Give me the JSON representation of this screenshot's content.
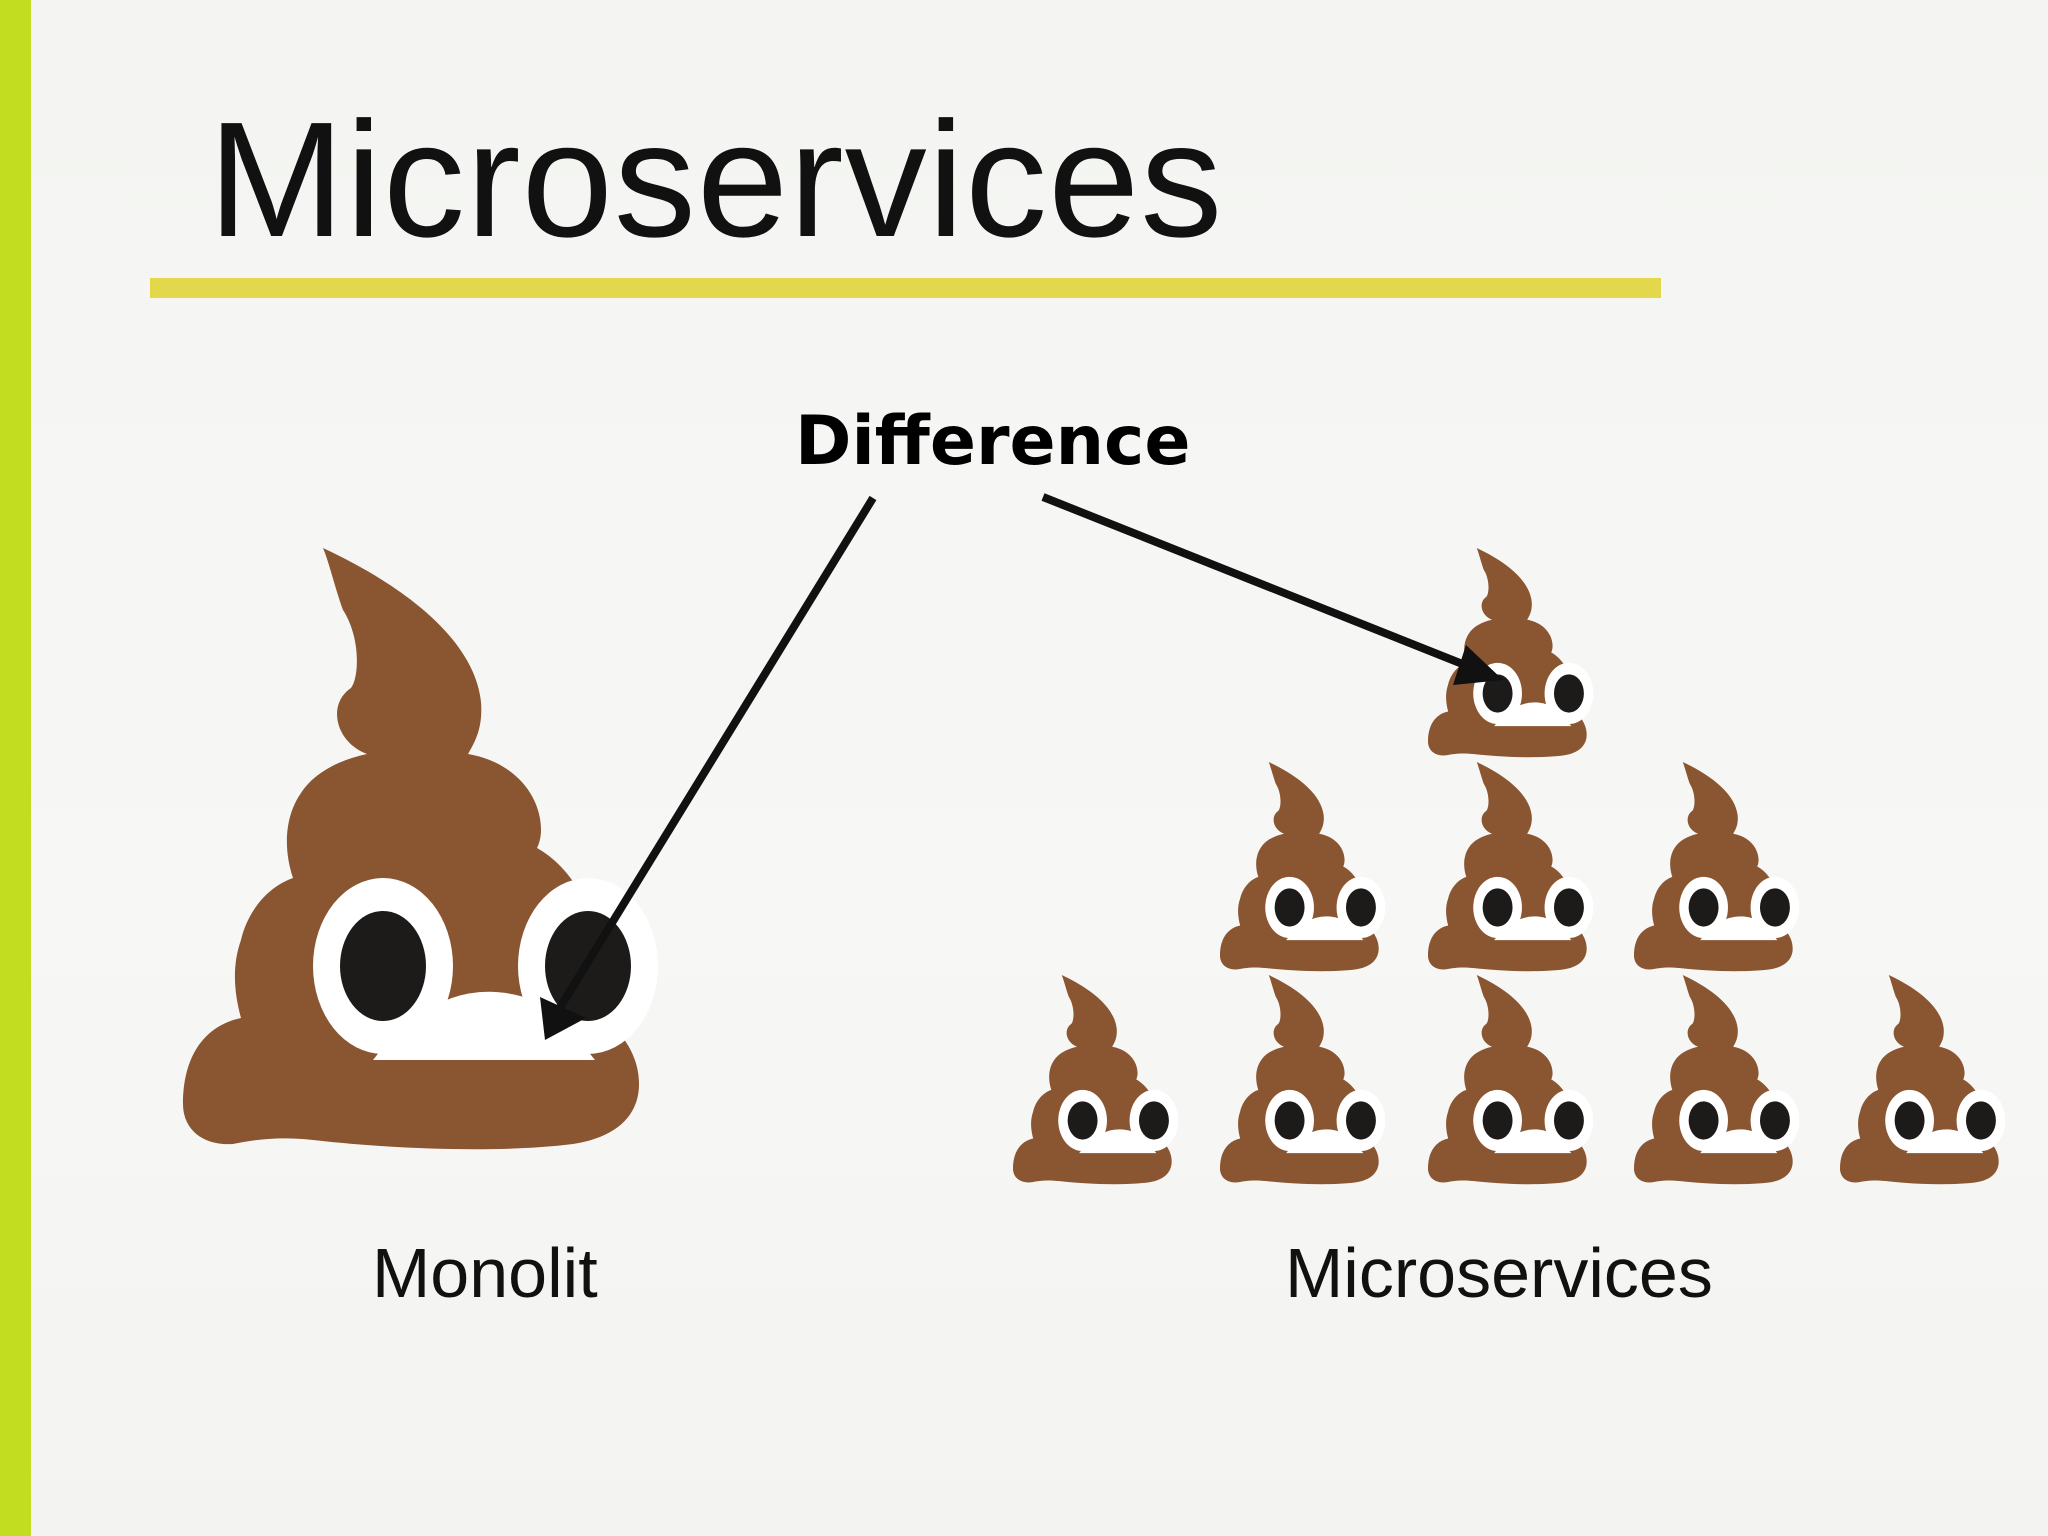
{
  "slide": {
    "title": "Microservices",
    "difference_label": "Difference",
    "left_caption": "Monolit",
    "right_caption": "Microservices"
  },
  "colors": {
    "accent_bar": "#c2dc20",
    "underline": "#e3d84c",
    "poop_brown": "#8a5531",
    "arrow": "#111111"
  },
  "icons": {
    "monolith": "pile-of-poo-icon",
    "microservice": "pile-of-poo-icon"
  },
  "microservices_rows": [
    1,
    3,
    5
  ]
}
